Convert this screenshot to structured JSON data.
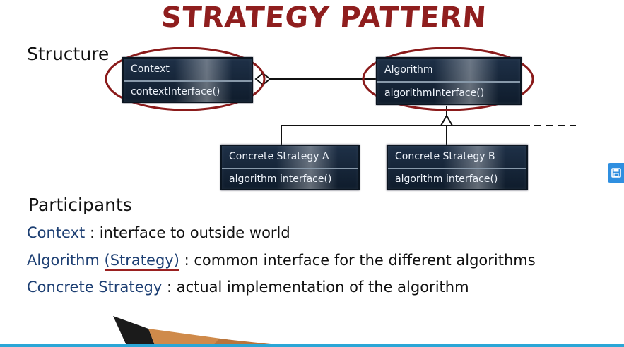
{
  "title": "STRATEGY PATTERN",
  "structure_label": "Structure",
  "boxes": {
    "context": {
      "name": "Context",
      "method": "contextInterface()"
    },
    "algorithm": {
      "name": "Algorithm",
      "method": "algorithmInterface()"
    },
    "strategy_a": {
      "name": "Concrete Strategy A",
      "method": "algorithm interface()"
    },
    "strategy_b": {
      "name": "Concrete Strategy B",
      "method": "algorithm interface()"
    }
  },
  "participants": {
    "title": "Participants",
    "items": [
      {
        "term": "Context",
        "separator": " : ",
        "desc": "interface to outside world"
      },
      {
        "term": "Algorithm ",
        "term_paren": "(Strategy)",
        "separator": " : ",
        "desc": "common interface for the different algorithms"
      },
      {
        "term": "Concrete Strategy",
        "separator": " : ",
        "desc": "actual implementation of the algorithm"
      }
    ]
  },
  "colors": {
    "title": "#8f1e1e",
    "box_fill": "#1e3047",
    "highlight_ellipse": "#8a1a1a",
    "term": "#1d3f73",
    "side_icon": "#2f8fe0",
    "bottom_bar": "#2aa6d6"
  },
  "icons": [
    "save-icon",
    "pencil-icon"
  ]
}
